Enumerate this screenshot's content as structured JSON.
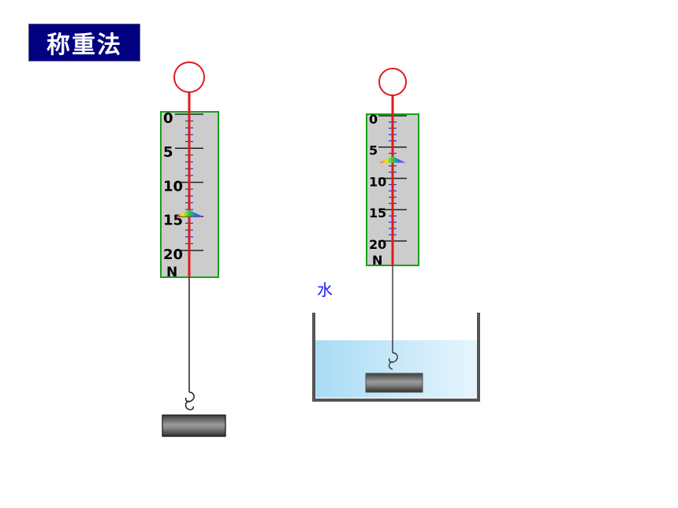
{
  "title": "称重法",
  "water_label": "水",
  "unit_label": "N",
  "scale_labels": [
    "0",
    "5",
    "10",
    "15",
    "20"
  ],
  "left_balance": {
    "reading": 15
  },
  "right_balance": {
    "reading": 7.5
  }
}
